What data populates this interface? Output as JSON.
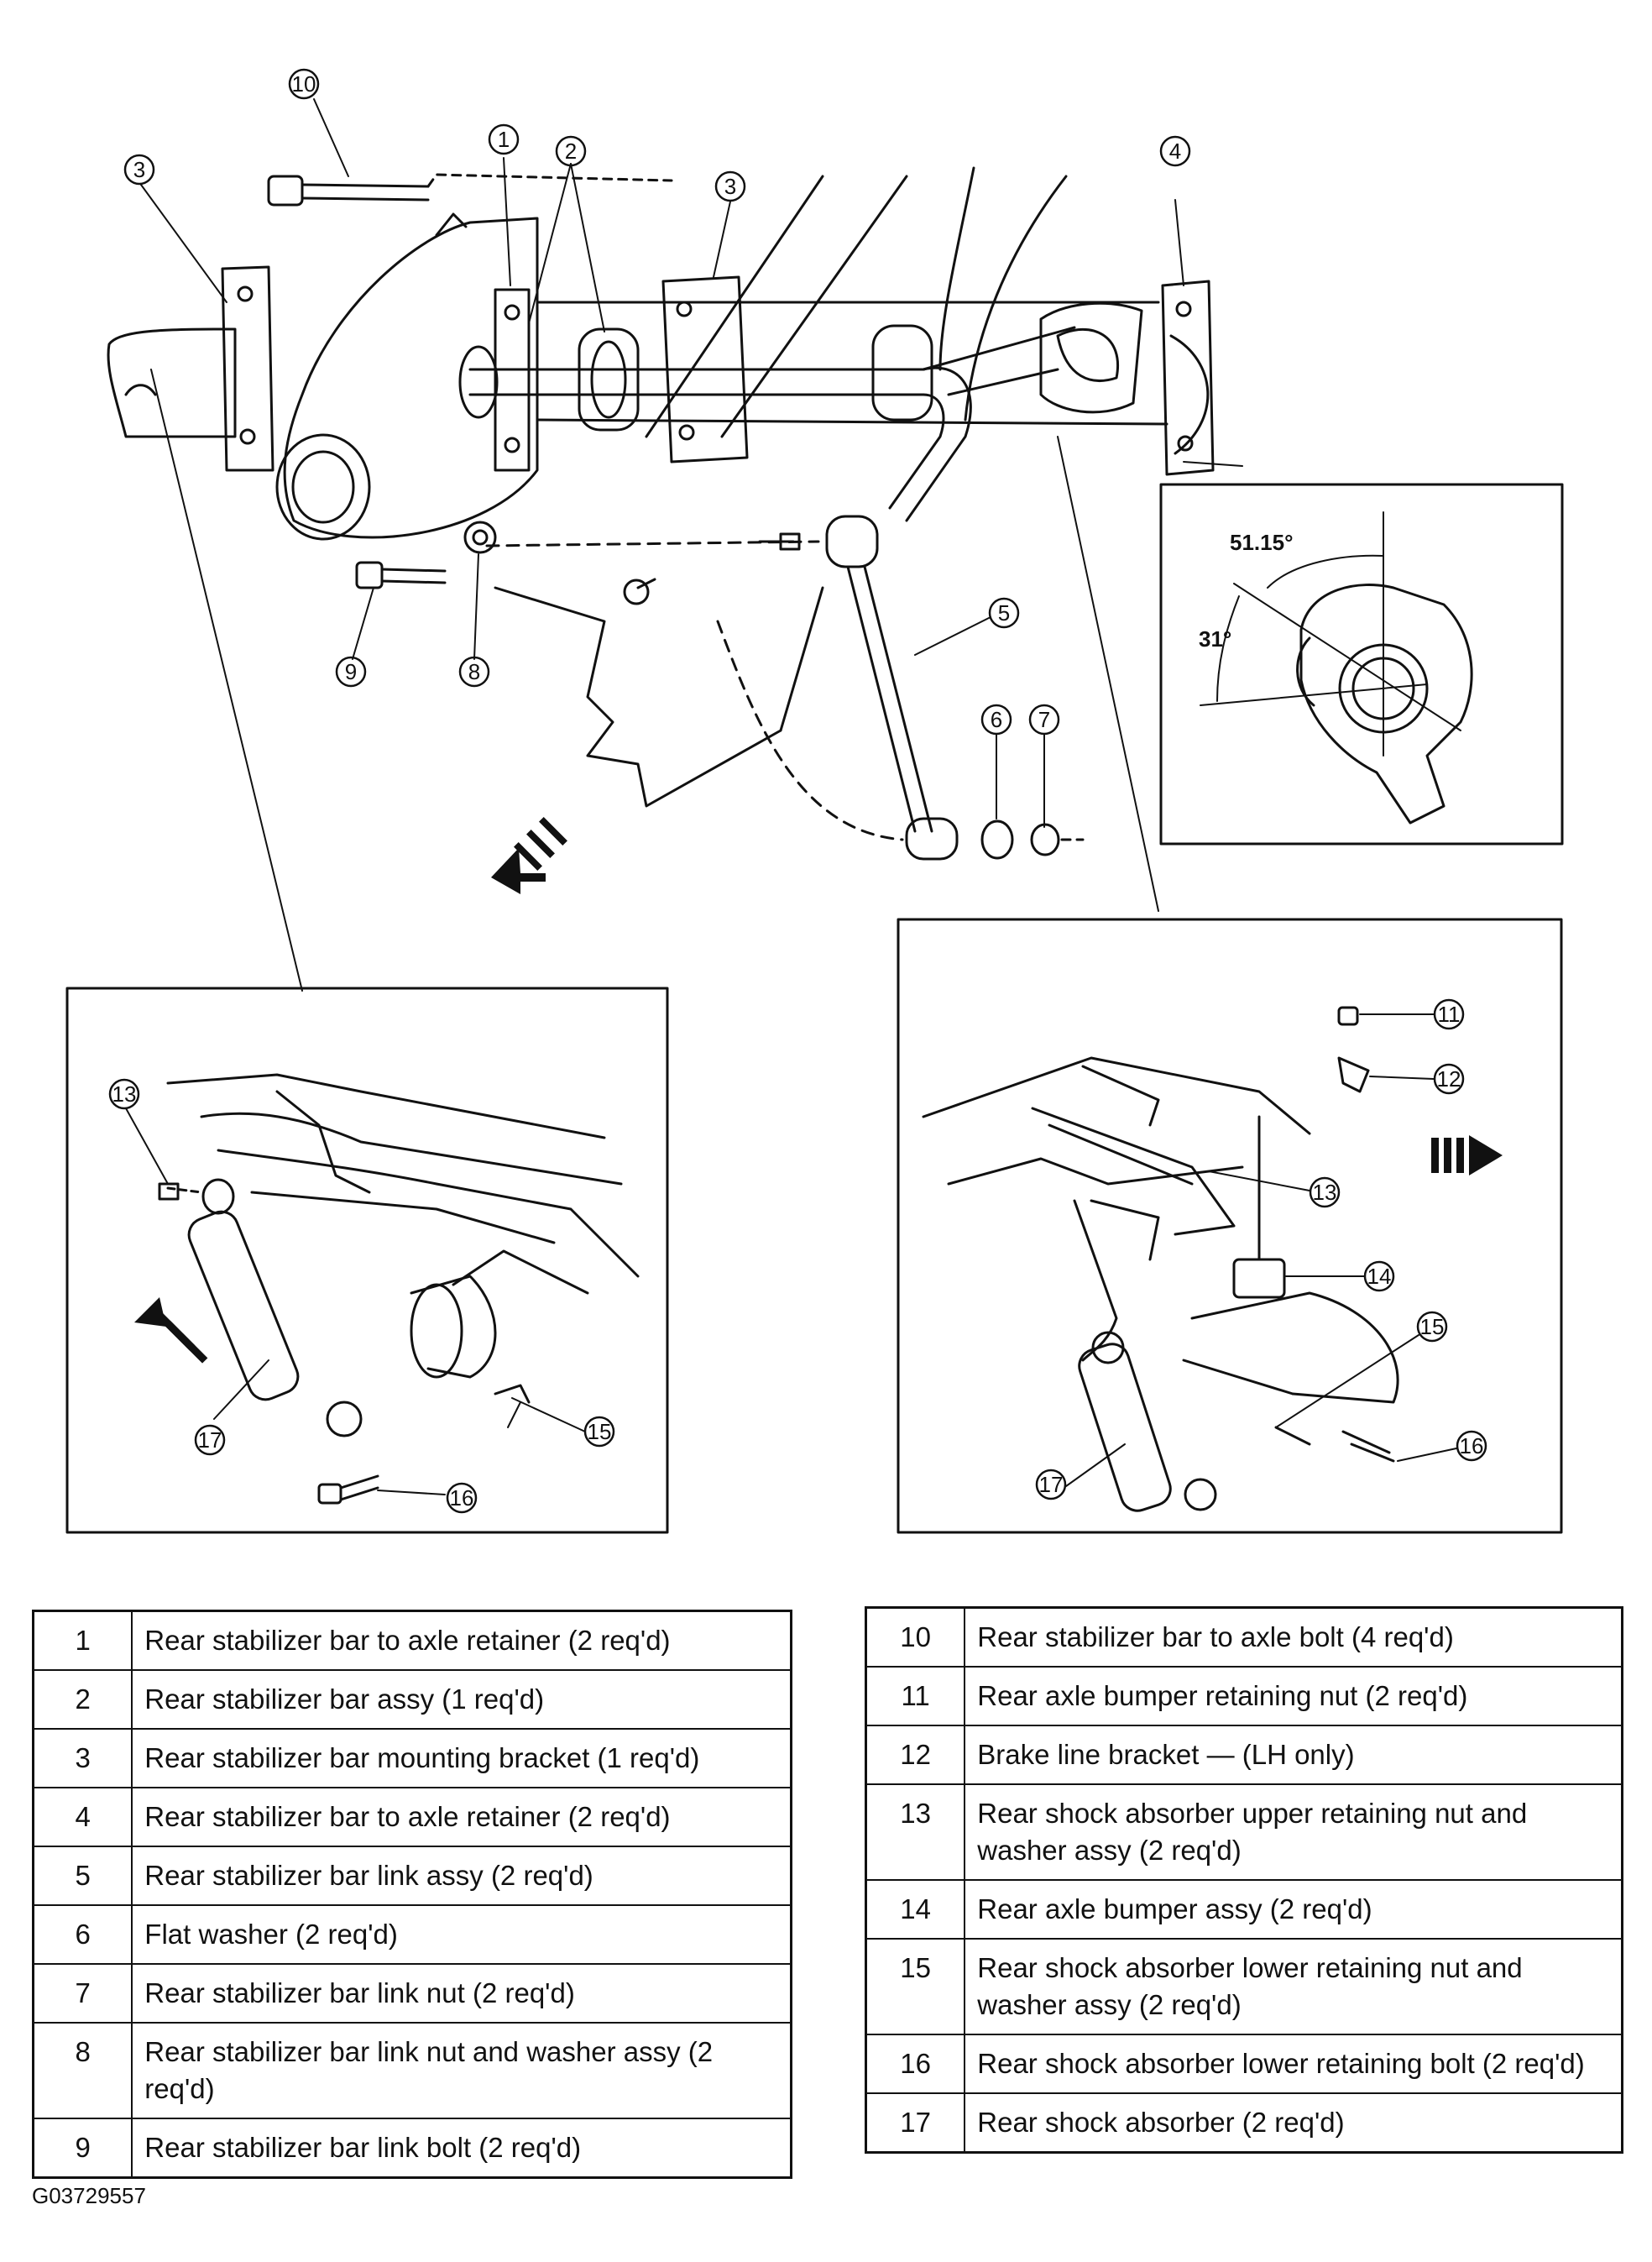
{
  "diagram": {
    "callouts": {
      "main": [
        "10",
        "3",
        "1",
        "2",
        "3",
        "4",
        "5",
        "6",
        "7",
        "8",
        "9"
      ],
      "left_inset": [
        "13",
        "16",
        "17"
      ],
      "right_inset": [
        "11",
        "12",
        "13",
        "14",
        "15",
        "16",
        "17"
      ]
    },
    "angles": {
      "upper": "51.15°",
      "lower": "31°"
    }
  },
  "parts_left": [
    {
      "num": "1",
      "desc": "Rear stabilizer bar to axle retainer (2 req'd)"
    },
    {
      "num": "2",
      "desc": "Rear stabilizer bar assy (1 req'd)"
    },
    {
      "num": "3",
      "desc": "Rear stabilizer bar mounting bracket (1 req'd)"
    },
    {
      "num": "4",
      "desc": "Rear stabilizer bar to axle retainer (2 req'd)"
    },
    {
      "num": "5",
      "desc": "Rear stabilizer bar link assy (2 req'd)"
    },
    {
      "num": "6",
      "desc": "Flat washer (2 req'd)"
    },
    {
      "num": "7",
      "desc": "Rear stabilizer bar link nut (2 req'd)"
    },
    {
      "num": "8",
      "desc": "Rear stabilizer bar link nut and washer assy (2 req'd)"
    },
    {
      "num": "9",
      "desc": "Rear stabilizer bar link bolt (2 req'd)"
    }
  ],
  "parts_right": [
    {
      "num": "10",
      "desc": "Rear stabilizer bar to axle bolt (4 req'd)"
    },
    {
      "num": "11",
      "desc": "Rear axle bumper retaining nut (2 req'd)"
    },
    {
      "num": "12",
      "desc": "Brake line bracket — (LH only)"
    },
    {
      "num": "13",
      "desc": "Rear shock absorber upper retaining nut and washer assy (2 req'd)"
    },
    {
      "num": "14",
      "desc": "Rear axle bumper assy (2 req'd)"
    },
    {
      "num": "15",
      "desc": "Rear shock absorber lower retaining nut and washer assy (2 req'd)"
    },
    {
      "num": "16",
      "desc": "Rear shock absorber lower retaining bolt (2 req'd)"
    },
    {
      "num": "17",
      "desc": "Rear shock absorber (2 req'd)"
    }
  ],
  "figure_code": "G03729557"
}
